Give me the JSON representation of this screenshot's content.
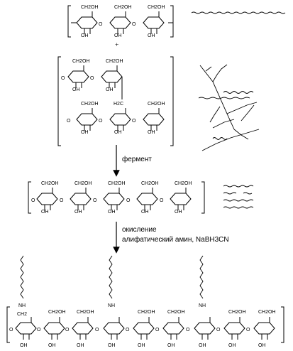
{
  "labels": {
    "plus": "+",
    "ch2oh": "CH2OH",
    "oh": "OH",
    "o": "O",
    "nh": "NH",
    "ch2": "CH2",
    "h2c": "H2C"
  },
  "step1": {
    "label": "фермент"
  },
  "step2": {
    "line1": "окисление",
    "line2": "алифатический амин, NaBH3CN"
  }
}
